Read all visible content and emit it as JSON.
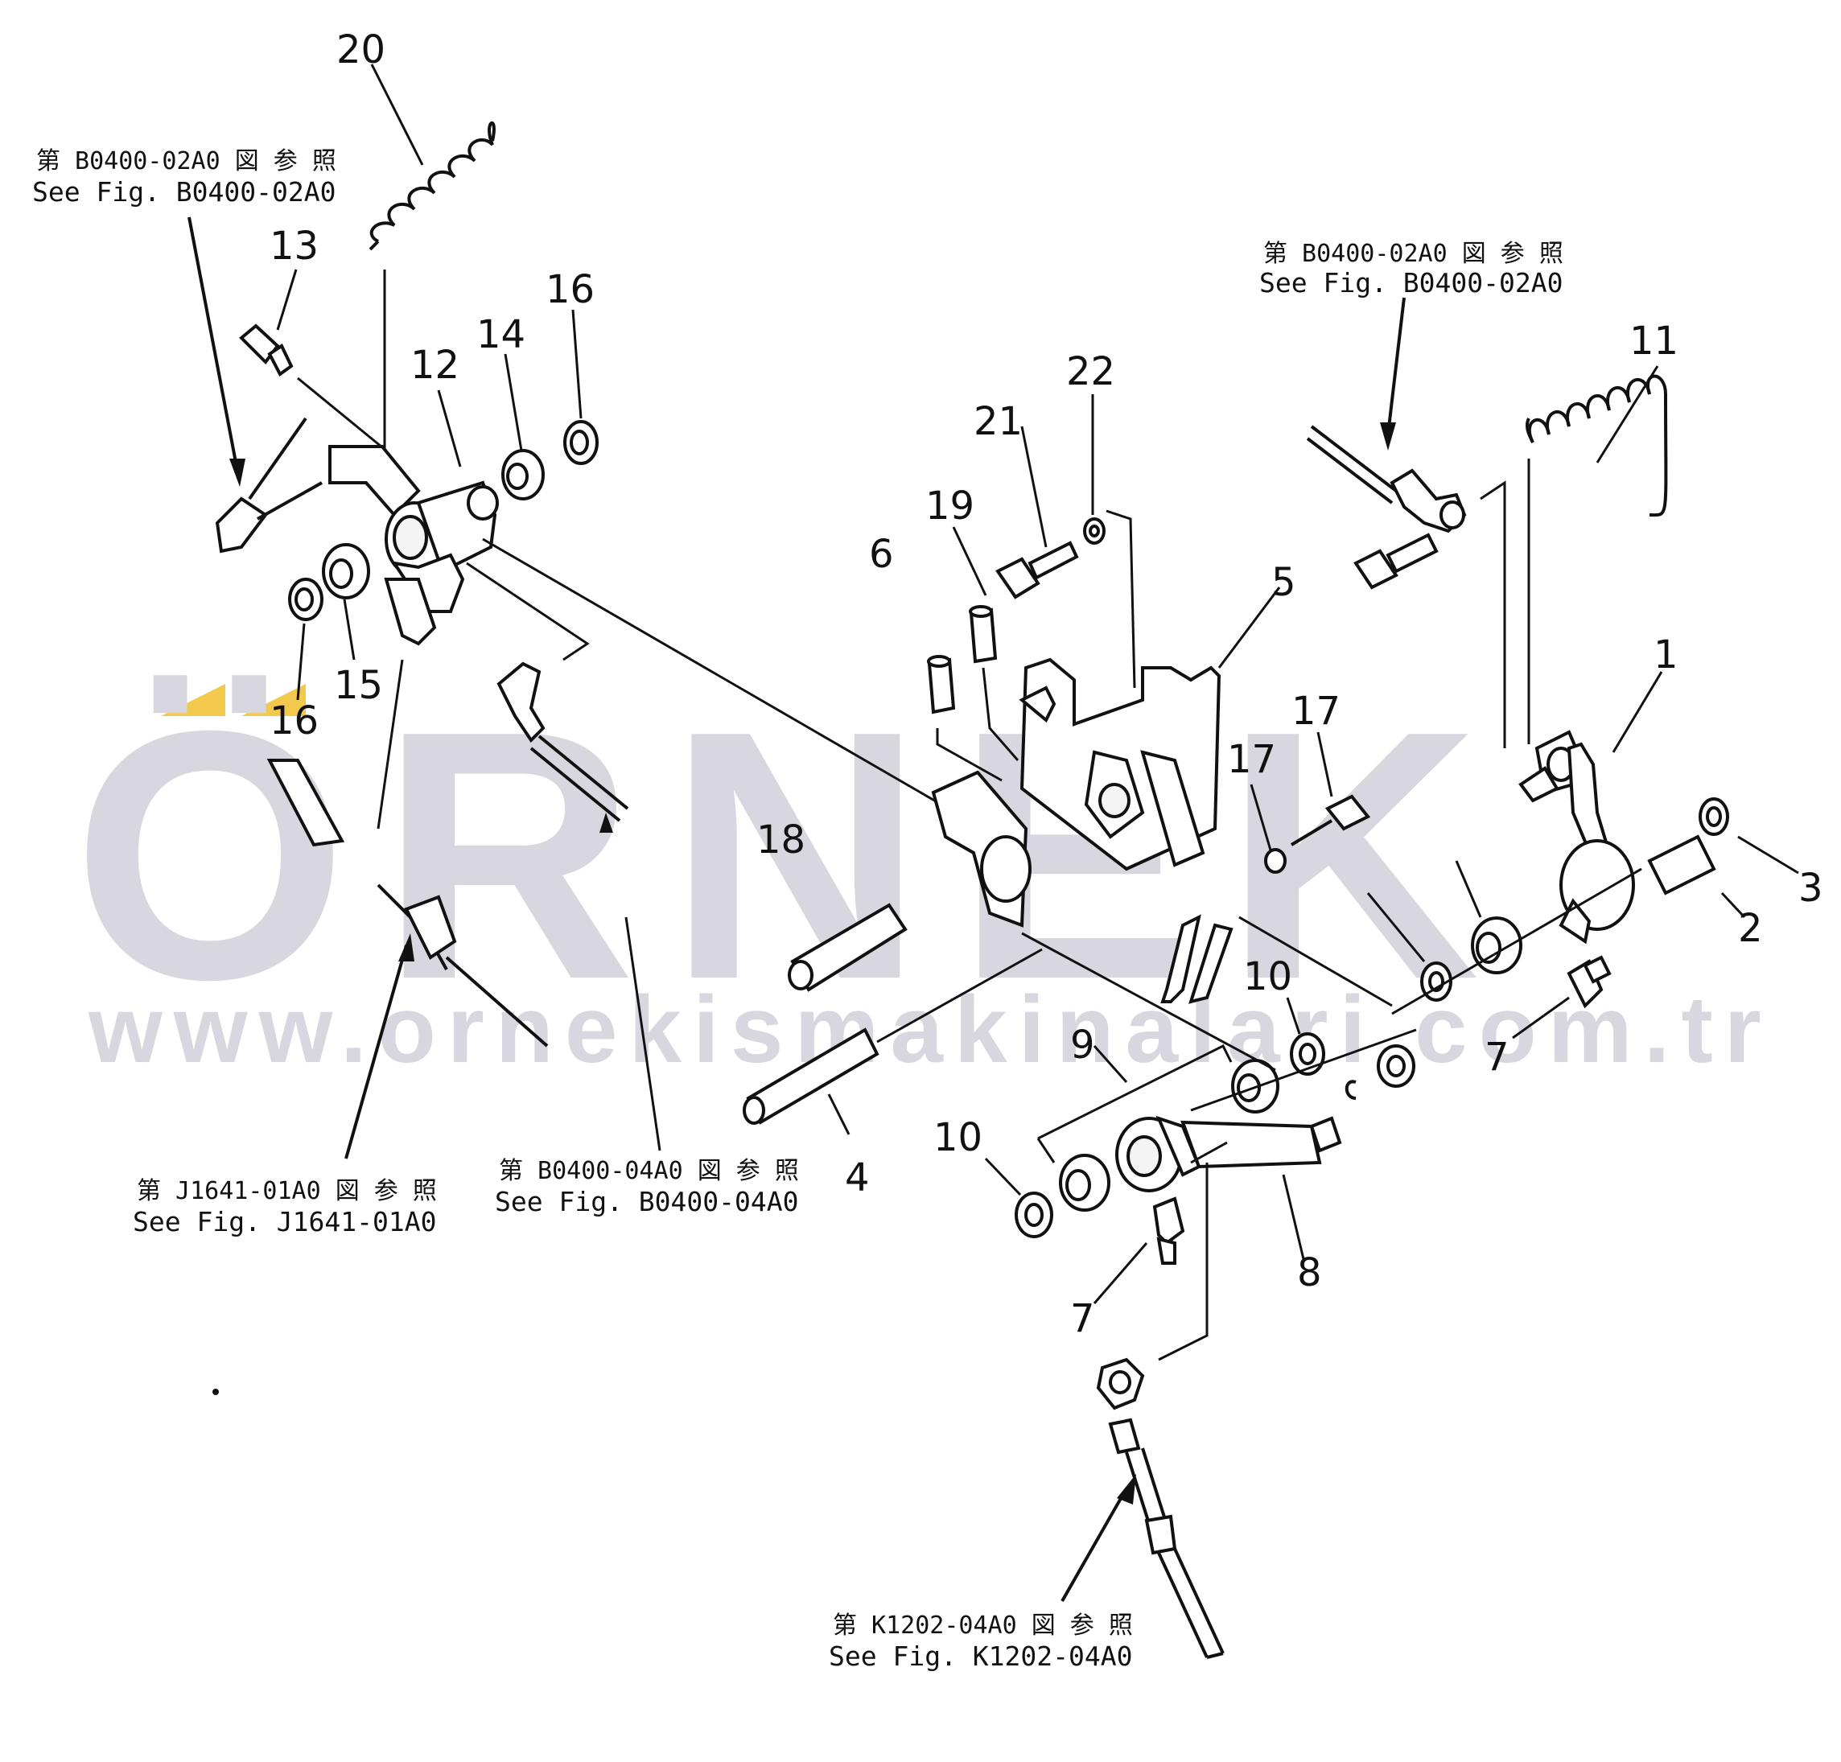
{
  "watermark": {
    "brand": "ÖRNEK",
    "url": "www.ornekismakinalari.com.tr",
    "accent_color": "#f2c94c",
    "watermark_color": "#d8d6de"
  },
  "callouts": [
    {
      "id": "1",
      "text": "1"
    },
    {
      "id": "2",
      "text": "2"
    },
    {
      "id": "3",
      "text": "3"
    },
    {
      "id": "4",
      "text": "4"
    },
    {
      "id": "5",
      "text": "5"
    },
    {
      "id": "6",
      "text": "6"
    },
    {
      "id": "7a",
      "text": "7"
    },
    {
      "id": "7b",
      "text": "7"
    },
    {
      "id": "8",
      "text": "8"
    },
    {
      "id": "9",
      "text": "9"
    },
    {
      "id": "10a",
      "text": "10"
    },
    {
      "id": "10b",
      "text": "10"
    },
    {
      "id": "11",
      "text": "11"
    },
    {
      "id": "12",
      "text": "12"
    },
    {
      "id": "13",
      "text": "13"
    },
    {
      "id": "14",
      "text": "14"
    },
    {
      "id": "15",
      "text": "15"
    },
    {
      "id": "16a",
      "text": "16"
    },
    {
      "id": "16b",
      "text": "16"
    },
    {
      "id": "17a",
      "text": "17"
    },
    {
      "id": "17b",
      "text": "17"
    },
    {
      "id": "18",
      "text": "18"
    },
    {
      "id": "19",
      "text": "19"
    },
    {
      "id": "20",
      "text": "20"
    },
    {
      "id": "21",
      "text": "21"
    },
    {
      "id": "22",
      "text": "22"
    }
  ],
  "references": [
    {
      "id": "ref-b0400-02a0-left",
      "jp": "第 B0400-02A0 図 参 照",
      "en": "See Fig. B0400-02A0"
    },
    {
      "id": "ref-b0400-02a0-right",
      "jp": "第 B0400-02A0 図 参 照",
      "en": "See Fig. B0400-02A0"
    },
    {
      "id": "ref-j1641-01a0",
      "jp": "第 J1641-01A0 図 参 照",
      "en": "See Fig. J1641-01A0"
    },
    {
      "id": "ref-b0400-04a0",
      "jp": "第 B0400-04A0 図 参 照",
      "en": "See Fig. B0400-04A0"
    },
    {
      "id": "ref-k1202-04a0",
      "jp": "第 K1202-04A0 図 参 照",
      "en": "See Fig. K1202-04A0"
    }
  ]
}
